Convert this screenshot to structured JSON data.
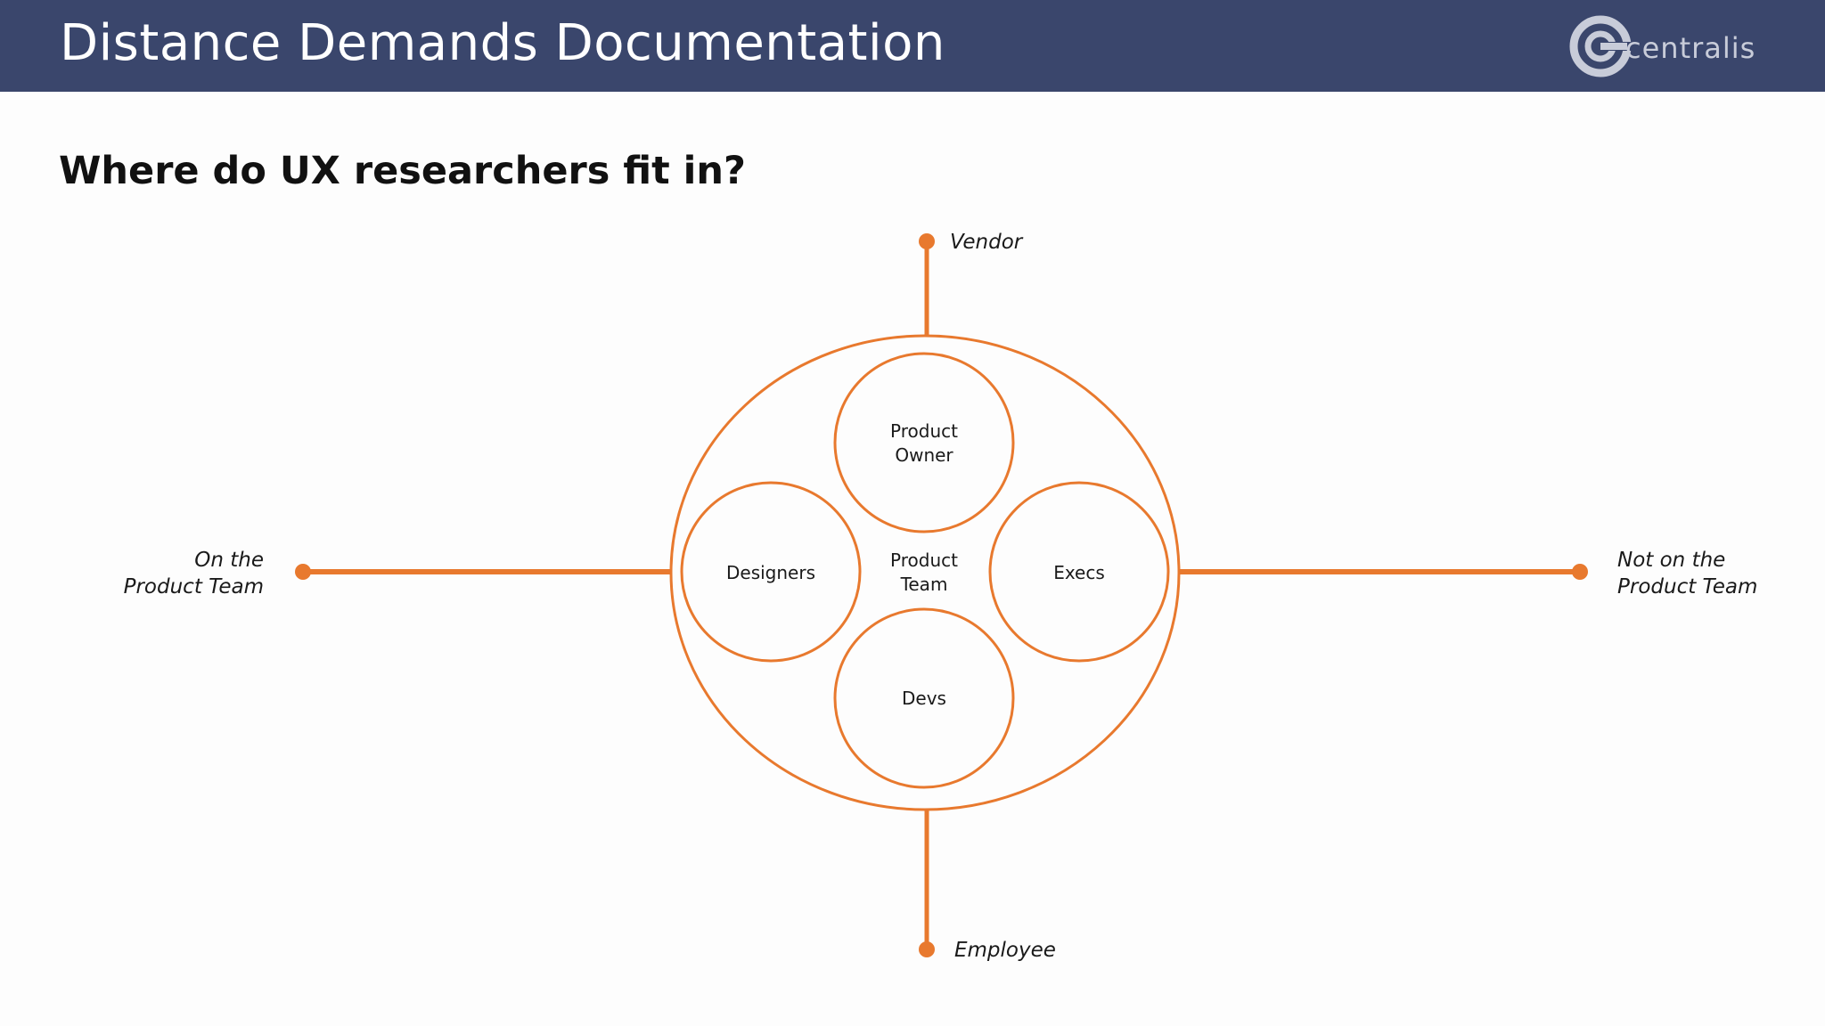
{
  "header": {
    "title": "Distance Demands Documentation",
    "logo_text": "centralis",
    "background_color": "#3a466c"
  },
  "slide": {
    "heading": "Where do UX researchers fit in?"
  },
  "diagram": {
    "accent_color": "#e8792e",
    "axis": {
      "top_label": "Vendor",
      "bottom_label": "Employee",
      "left_label_line1": "On the",
      "left_label_line2": "Product Team",
      "right_label_line1": "Not on the",
      "right_label_line2": "Product Team"
    },
    "center_label_line1": "Product",
    "center_label_line2": "Team",
    "nodes": {
      "top_line1": "Product",
      "top_line2": "Owner",
      "left": "Designers",
      "right": "Execs",
      "bottom": "Devs"
    }
  }
}
